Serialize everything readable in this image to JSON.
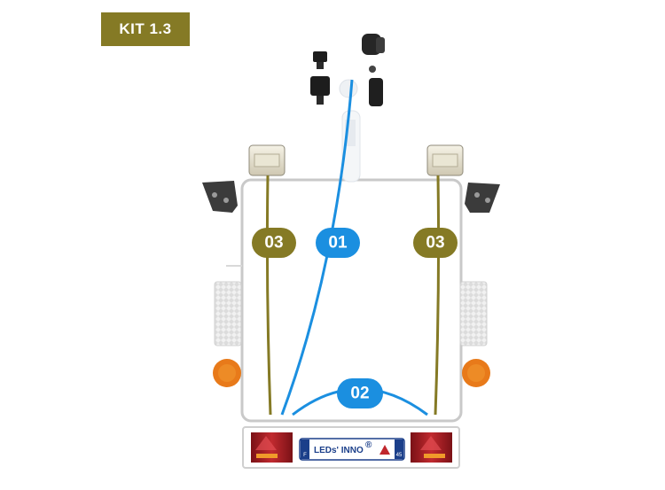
{
  "kit": {
    "label": "KIT 1.3"
  },
  "cables": [
    {
      "id": "01",
      "color": "#1b8fe0"
    },
    {
      "id": "02",
      "color": "#1b8fe0"
    },
    {
      "id": "03",
      "color": "#857a25"
    }
  ],
  "plate": {
    "brand": "LEDs' INNO",
    "reg": "®",
    "left_code": "F",
    "right_code": "45"
  },
  "icons": [
    "connector-plug-icon",
    "connector-socket-icon",
    "work-light-icon",
    "mounting-bracket-icon",
    "reflector-icon",
    "side-marker-icon",
    "rear-lamp-icon",
    "warning-triangle-icon"
  ],
  "colors": {
    "kit_badge": "#857a25",
    "cable_blue": "#1b8fe0",
    "cable_olive": "#857a25",
    "lamp_red": "#b01e24",
    "marker_orange": "#e87a1a"
  }
}
